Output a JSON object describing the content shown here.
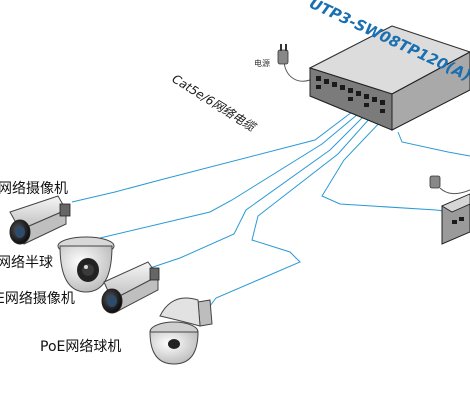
{
  "title": "UTP3-SW08TP120(A)",
  "cable_label": "Cat5e/6网络电缆",
  "power_label": "电源",
  "devices": [
    {
      "name": "box-camera-1",
      "label": "网络摄像机"
    },
    {
      "name": "mini-dome-camera",
      "label": "网络半球"
    },
    {
      "name": "box-camera-2",
      "label": "E网络摄像机"
    },
    {
      "name": "speed-dome-camera",
      "label": "PoE网络球机"
    }
  ],
  "colors": {
    "cable": "#2a9ad6",
    "title": "#1a6fb0",
    "device_body": "#e6e6e6",
    "device_dark": "#444444",
    "switch_top": "#c9c9c9",
    "switch_front": "#6e6e6e"
  }
}
